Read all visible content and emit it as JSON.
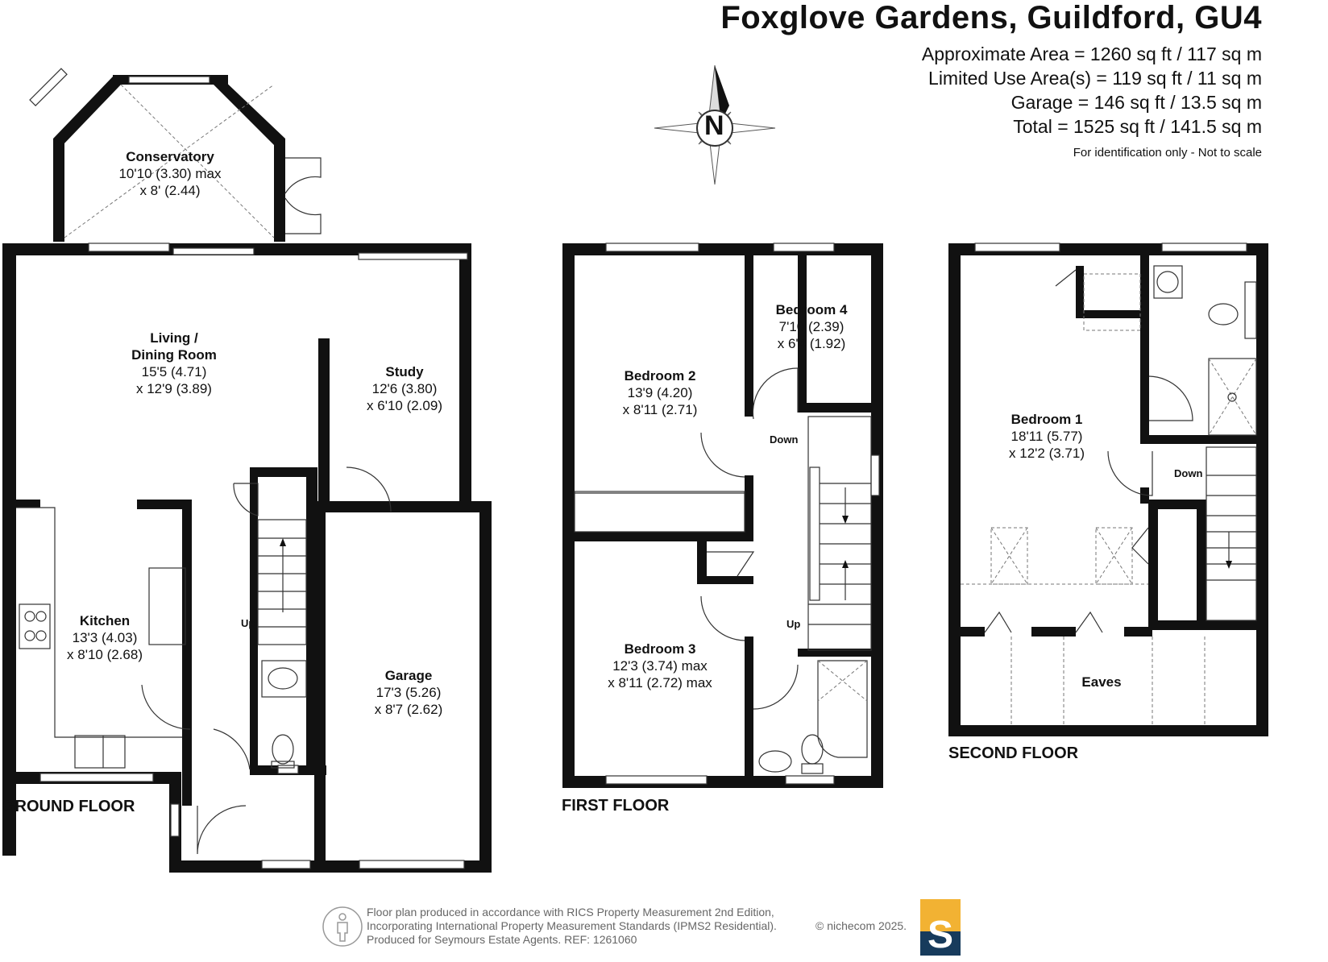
{
  "header": {
    "title": "Foxglove Gardens, Guildford, GU4",
    "areas": [
      "Approximate Area = 1260 sq ft / 117 sq m",
      "Limited Use Area(s) = 119 sq ft / 11 sq m",
      "Garage = 146 sq ft / 13.5 sq m",
      "Total = 1525 sq ft / 141.5 sq m"
    ],
    "id_note": "For identification only - Not to scale"
  },
  "compass": {
    "letter": "N",
    "icon": "north-compass-icon"
  },
  "floors": {
    "ground": "GROUND FLOOR",
    "first": "FIRST FLOOR",
    "second": "SECOND FLOOR"
  },
  "rooms": {
    "conservatory": {
      "name": "Conservatory",
      "line1": "10'10 (3.30) max",
      "line2": "x 8' (2.44)"
    },
    "living": {
      "name": "Living /",
      "name2": "Dining Room",
      "line1": "15'5 (4.71)",
      "line2": "x 12'9 (3.89)"
    },
    "study": {
      "name": "Study",
      "line1": "12'6 (3.80)",
      "line2": "x 6'10 (2.09)"
    },
    "kitchen": {
      "name": "Kitchen",
      "line1": "13'3 (4.03)",
      "line2": "x 8'10 (2.68)"
    },
    "garage": {
      "name": "Garage",
      "line1": "17'3 (5.26)",
      "line2": "x 8'7 (2.62)"
    },
    "bedroom2": {
      "name": "Bedroom 2",
      "line1": "13'9 (4.20)",
      "line2": "x 8'11 (2.71)"
    },
    "bedroom4": {
      "name": "Bedroom 4",
      "line1": "7'10 (2.39)",
      "line2": "x 6'4 (1.92)"
    },
    "bedroom3": {
      "name": "Bedroom 3",
      "line1": "12'3 (3.74) max",
      "line2": "x 8'11 (2.72)  max"
    },
    "bedroom1": {
      "name": "Bedroom 1",
      "line1": "18'11 (5.77)",
      "line2": "x 12'2 (3.71)"
    },
    "eaves": {
      "name": "Eaves"
    }
  },
  "stair_labels": {
    "ground_up": "Up",
    "first_down": "Down",
    "first_up": "Up",
    "second_down": "Down"
  },
  "footer": {
    "line1": "Floor plan produced in accordance with RICS Property Measurement 2nd Edition,",
    "line2": "Incorporating International Property Measurement Standards (IPMS2 Residential).",
    "line3": "Produced for Seymours Estate Agents.   REF: 1261060",
    "copyright": "© nichecom 2025.",
    "logo_letter": "S",
    "logo_colors": {
      "top": "#f2b233",
      "bottom": "#173b5c"
    }
  }
}
